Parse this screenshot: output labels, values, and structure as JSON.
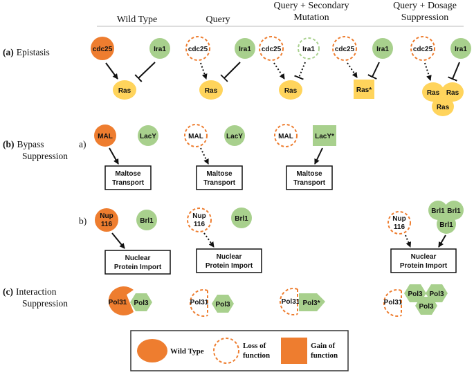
{
  "headers": {
    "wild_type": "Wild Type",
    "query": "Query",
    "secondary_line1": "Query + Secondary",
    "secondary_line2": "Mutation",
    "dosage_line1": "Query + Dosage",
    "dosage_line2": "Suppression"
  },
  "rows": {
    "a": {
      "tag": "(a)",
      "name": "Epistasis"
    },
    "b": {
      "tag": "(b)",
      "name_line1": "Bypass",
      "name_line2": "Suppression",
      "sub_a": "a)",
      "sub_b": "b)"
    },
    "c": {
      "tag": "(c)",
      "name_line1": "Interaction",
      "name_line2": "Suppression"
    }
  },
  "nodes": {
    "cdc25": "cdc25",
    "ira1": "Ira1",
    "ras": "Ras",
    "ras_star": "Ras*",
    "mal": "MAL",
    "lacy": "LacY",
    "lacy_star": "LacY*",
    "nup_line1": "Nup",
    "nup_line2": "116",
    "brl1": "Brl1",
    "pol31": "Pol31",
    "pol3": "Pol3",
    "pol3_star": "Pol3*"
  },
  "boxes": {
    "maltose_line1": "Maltose",
    "maltose_line2": "Transport",
    "nuclear_line1": "Nuclear",
    "nuclear_line2": "Protein Import"
  },
  "legend": {
    "wild_type": "Wild Type",
    "loss_line1": "Loss of",
    "loss_line2": "function",
    "gain_line1": "Gain of",
    "gain_line2": "function"
  },
  "colors": {
    "orange": "#ee7d2f",
    "green": "#a8d08d",
    "yellow": "#ffd45c",
    "dashed_orange": "#ee7d2f",
    "dashed_green": "#a8d08d"
  }
}
